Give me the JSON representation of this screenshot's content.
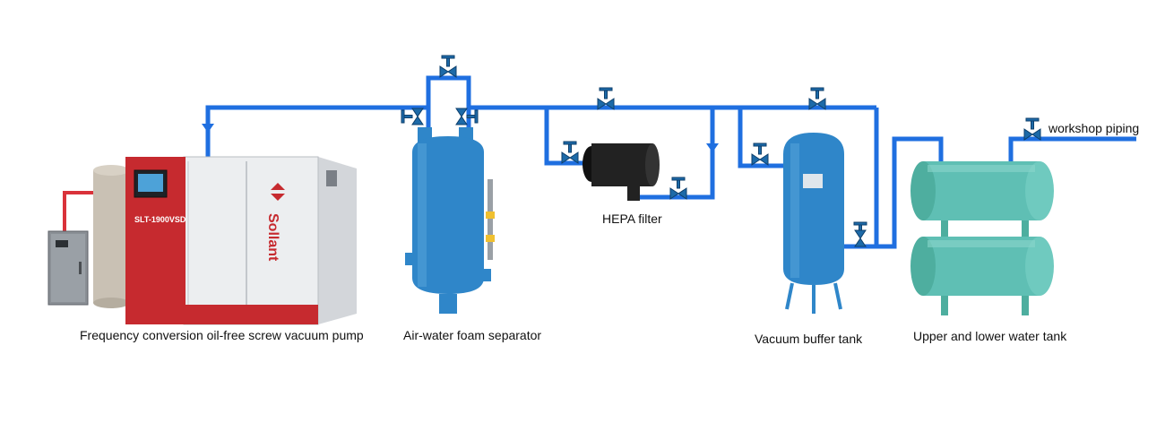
{
  "colors": {
    "pipe": "#1f6fe0",
    "pipe_red": "#d9323a",
    "tank_blue": "#2f86c9",
    "tank_teal": "#5fbfb4",
    "valve": "#1d6aa8",
    "hepa_body": "#222222",
    "pump_red": "#c62a2f",
    "pump_white": "#eceef0",
    "cabinet_grey": "#8a8f95",
    "cylinder_beige": "#c9c1b4"
  },
  "equipment": [
    {
      "id": "pump",
      "label": "Frequency conversion oil-free screw vacuum pump"
    },
    {
      "id": "separator",
      "label": "Air-water foam separator"
    },
    {
      "id": "hepa",
      "label": "HEPA filter"
    },
    {
      "id": "buffer",
      "label": "Vacuum buffer tank"
    },
    {
      "id": "water_tank",
      "label": "Upper and lower water tank"
    },
    {
      "id": "outlet",
      "label": "workshop piping"
    }
  ],
  "pump_model_text": "SLT-1900VSD",
  "pump_brand_text": "Sollant"
}
